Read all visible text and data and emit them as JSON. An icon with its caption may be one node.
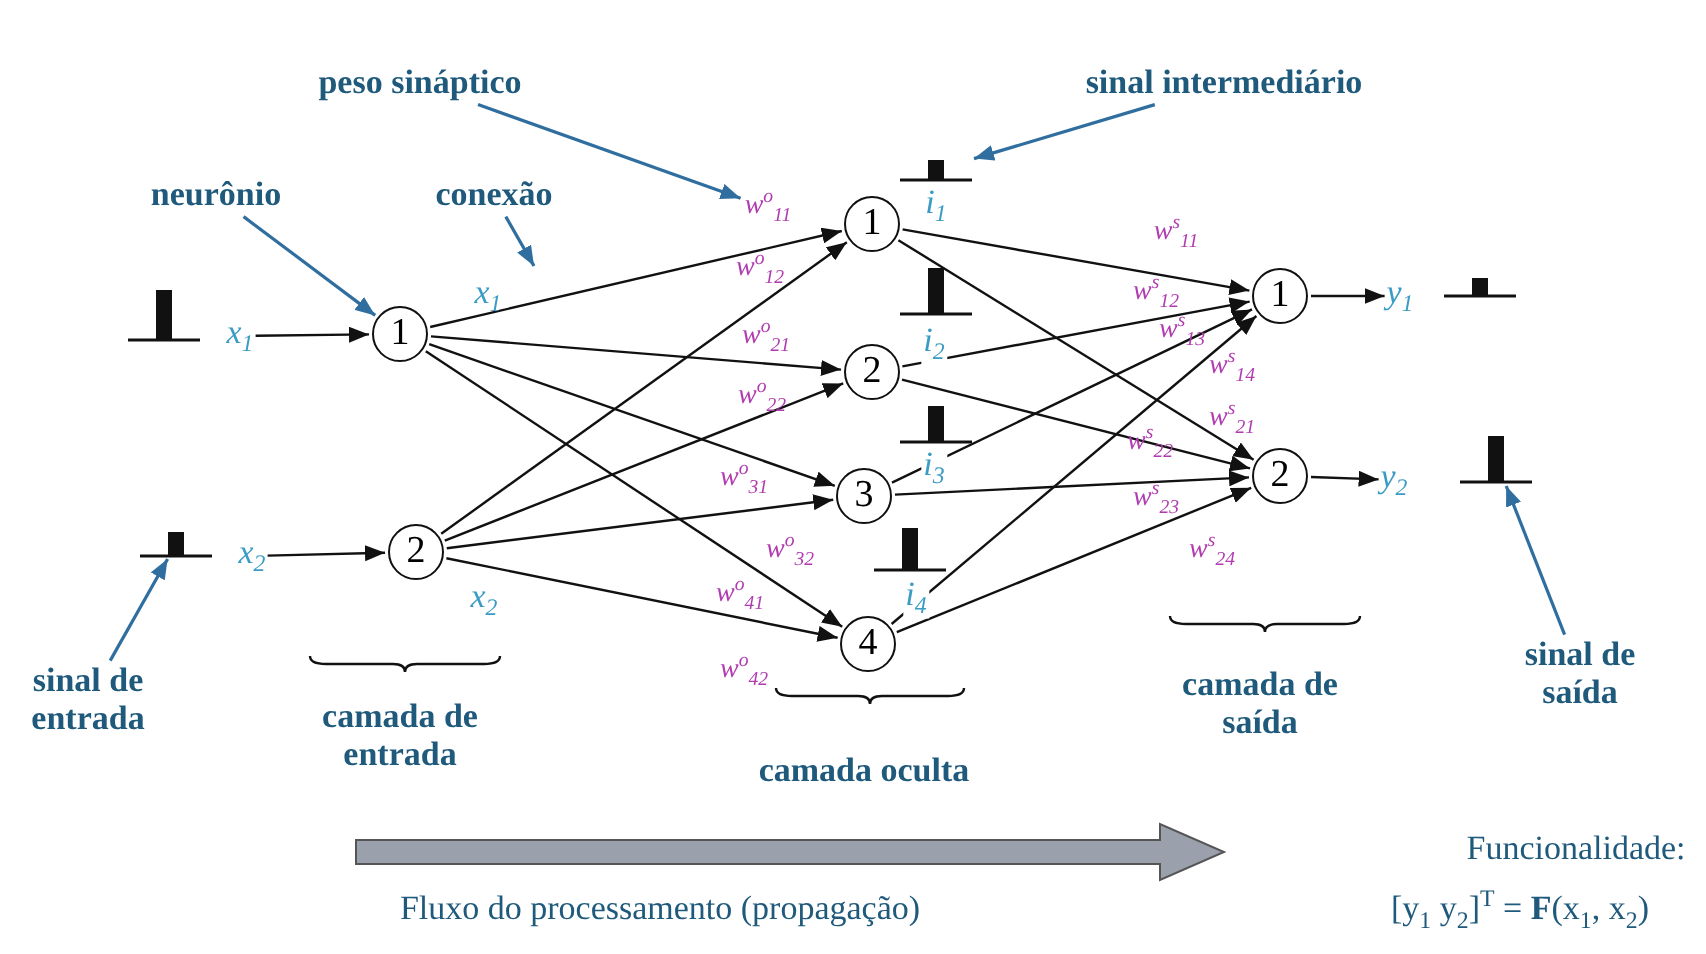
{
  "diagram": {
    "nodes": [
      {
        "text": [
          "neurônio"
        ]
      },
      {
        "text": [
          "peso sináptico"
        ]
      },
      {
        "text": [
          "conexão"
        ]
      },
      {
        "text": [
          "sinal intermediário"
        ]
      },
      {
        "text": [],
        "shape": "picture"
      },
      {
        "text": [
          "x$_{1}$"
        ]
      },
      {
        "text": [
          "1"
        ]
      },
      {
        "text": [],
        "shape": "picture"
      },
      {
        "text": [
          "x$_{2}$"
        ]
      },
      {
        "text": [
          "2"
        ]
      },
      {
        "text": [
          "sinal de entrada"
        ]
      },
      {
        "text": [
          "1"
        ]
      },
      {
        "text": [],
        "shape": "picture"
      },
      {
        "text": [],
        "shape": "picture"
      },
      {
        "text": [],
        "shape": "picture"
      },
      {
        "text": [],
        "shape": "picture"
      },
      {
        "text": [
          "2"
        ]
      },
      {
        "text": [
          "3"
        ]
      },
      {
        "text": [
          "4"
        ]
      },
      {
        "text": [
          "1"
        ]
      },
      {
        "text": [
          "2"
        ]
      },
      {
        "text": [
          "y$_{1}$"
        ]
      },
      {
        "text": [],
        "shape": "picture"
      },
      {
        "text": [
          "y$_{2}$"
        ]
      },
      {
        "text": [],
        "shape": "picture"
      },
      {
        "text": [
          "sinal de saída"
        ]
      },
      {
        "text": [
          "w$^{o}$$_{11}$"
        ]
      }
    ],
    "edges": [
      {
        "from": 0,
        "to": 6,
        "arrow": "to",
        "color": "#2f6e9e"
      },
      {
        "from": 1,
        "to": 26,
        "arrow": "to",
        "color": "#2f6e9e"
      },
      {
        "from": 2,
        "to": null,
        "arrow": "to",
        "color": "#2f6e9e"
      },
      {
        "from": 3,
        "to": 12,
        "arrow": "to",
        "color": "#2f6e9e"
      },
      {
        "from": 5,
        "to": 6,
        "arrow": "to"
      },
      {
        "from": 8,
        "to": 9,
        "arrow": "to"
      },
      {
        "from": 10,
        "to": 7,
        "arrow": "to",
        "color": "#2f6e9e"
      },
      {
        "from": 6,
        "to": 11,
        "arrow": "to"
      },
      {
        "from": 6,
        "to": 16,
        "arrow": "to"
      },
      {
        "from": 6,
        "to": 17,
        "arrow": "to"
      },
      {
        "from": 6,
        "to": 18,
        "arrow": "to"
      },
      {
        "from": 9,
        "to": 11,
        "arrow": "to"
      },
      {
        "from": 9,
        "to": 16,
        "arrow": "to"
      },
      {
        "from": 9,
        "to": 17,
        "arrow": "to"
      },
      {
        "from": 9,
        "to": 18,
        "arrow": "to"
      },
      {
        "from": 11,
        "to": 19,
        "arrow": "to"
      },
      {
        "from": 11,
        "to": 20,
        "arrow": "to"
      },
      {
        "from": 16,
        "to": 19,
        "arrow": "to"
      },
      {
        "from": 16,
        "to": 20,
        "arrow": "to"
      },
      {
        "from": 17,
        "to": 19,
        "arrow": "to"
      },
      {
        "from": 17,
        "to": 20,
        "arrow": "to"
      },
      {
        "from": 18,
        "to": 19,
        "arrow": "to"
      },
      {
        "from": 18,
        "to": 20,
        "arrow": "to"
      },
      {
        "from": 19,
        "to": 21,
        "arrow": "to"
      },
      {
        "from": 20,
        "to": 23,
        "arrow": "to"
      },
      {
        "from": 25,
        "to": 24,
        "arrow": "to",
        "color": "#2f6e9e"
      }
    ],
    "labels": [
      "x$_{1}$",
      "x$_{2}$",
      "w$^{o}$$_{12}$",
      "w$^{o}$$_{21}$",
      "w$^{o}$$_{22}$",
      "w$^{o}$$_{31}$",
      "w$^{o}$$_{32}$",
      "w$^{o}$$_{41}$",
      "w$^{o}$$_{42}$",
      "i$_{1}$",
      "i$_{2}$",
      "i$_{3}$",
      "i$_{4}$",
      "w$^{s}$$_{11}$",
      "w$^{s}$$_{12}$",
      "w$^{s}$$_{13}$",
      "w$^{s}$$_{14}$",
      "w$^{s}$$_{21}$",
      "w$^{s}$$_{22}$",
      "w$^{s}$$_{23}$",
      "w$^{s}$$_{24}$",
      "camada de entrada",
      "camada oculta",
      "camada de saída",
      "Fluxo do processamento (propagação)",
      "Funcionalidade:",
      "[y$_{1}$ y$_{2}$]$^{T}$ = **F**(x$_{1}$, x$_{2}$)"
    ]
  }
}
